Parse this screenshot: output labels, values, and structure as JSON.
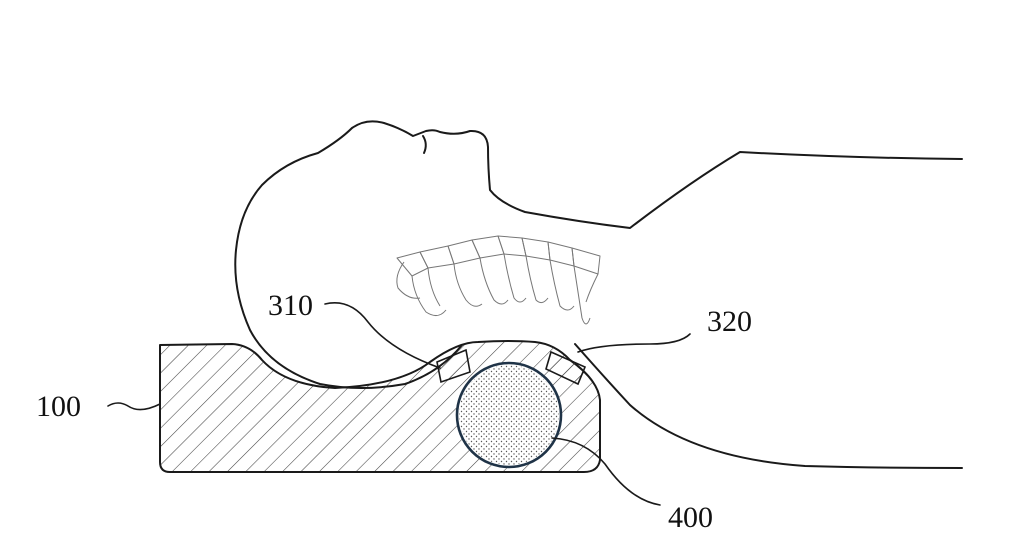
{
  "labels": {
    "l100": "100",
    "l310": "310",
    "l320": "320",
    "l400": "400"
  },
  "colors": {
    "line": "#1a1a1a",
    "core_stroke": "#1f3347",
    "background": "#ffffff"
  }
}
